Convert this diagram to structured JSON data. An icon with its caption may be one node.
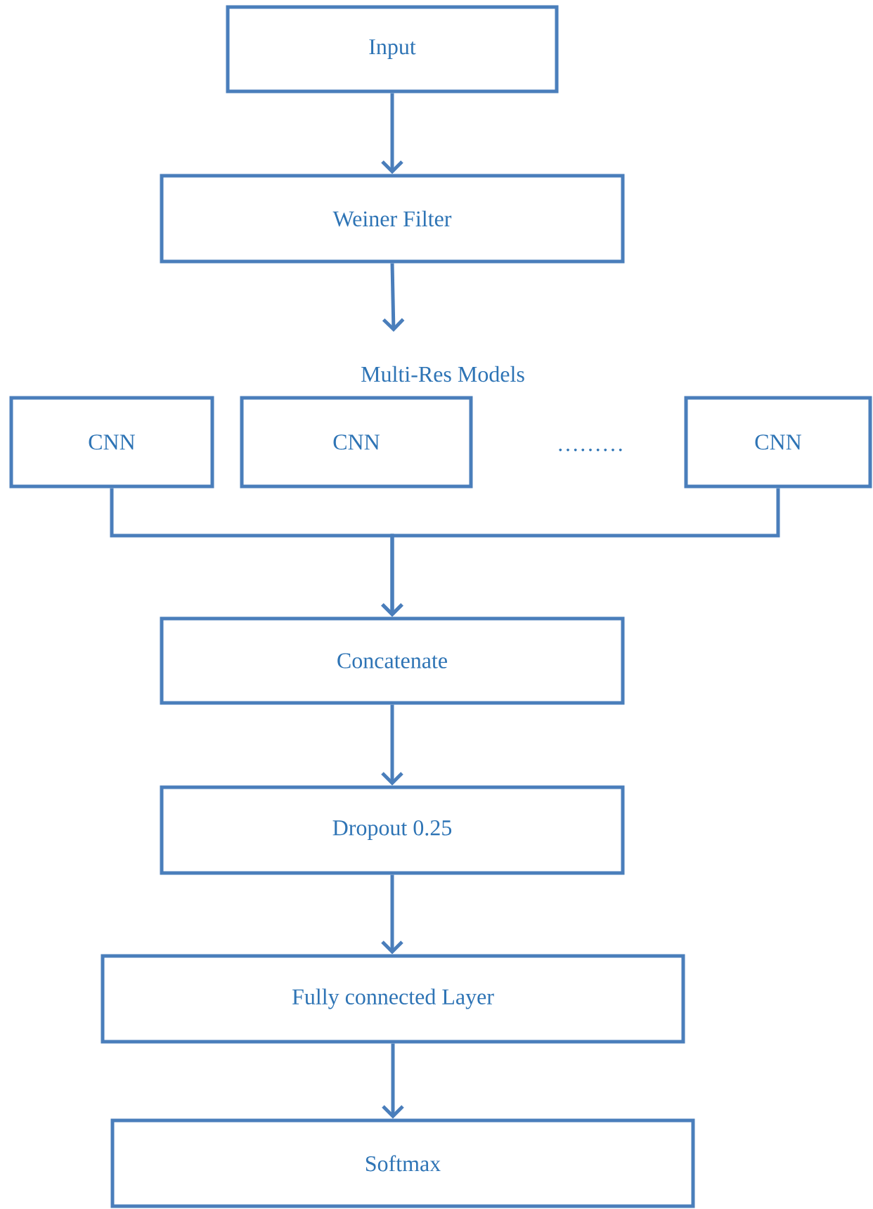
{
  "diagram": {
    "nodes": [
      {
        "text": [
          "Input"
        ]
      },
      {
        "text": [
          "Weiner Filter"
        ]
      },
      {
        "text": [
          "CNN"
        ]
      },
      {
        "text": [
          "CNN"
        ]
      },
      {
        "text": [
          "CNN"
        ]
      },
      {
        "text": [
          "Concatenate"
        ]
      },
      {
        "text": [
          "Dropout 0.25"
        ]
      },
      {
        "text": [
          "Fully connected Layer"
        ]
      },
      {
        "text": [
          "Softmax"
        ]
      }
    ],
    "edges": [
      {
        "from": 0,
        "to": 1,
        "arrow": "to"
      },
      {
        "from": 1,
        "to": null,
        "arrow": "to"
      },
      {
        "from": 2,
        "to": 5,
        "arrow": "to"
      },
      {
        "from": 4,
        "to": 5,
        "arrow": "to"
      },
      {
        "from": 5,
        "to": 6,
        "arrow": "to"
      },
      {
        "from": 6,
        "to": 7,
        "arrow": "to"
      },
      {
        "from": 7,
        "to": 8,
        "arrow": "to"
      }
    ],
    "labels": [
      "Multi-Res Models",
      "………"
    ]
  }
}
